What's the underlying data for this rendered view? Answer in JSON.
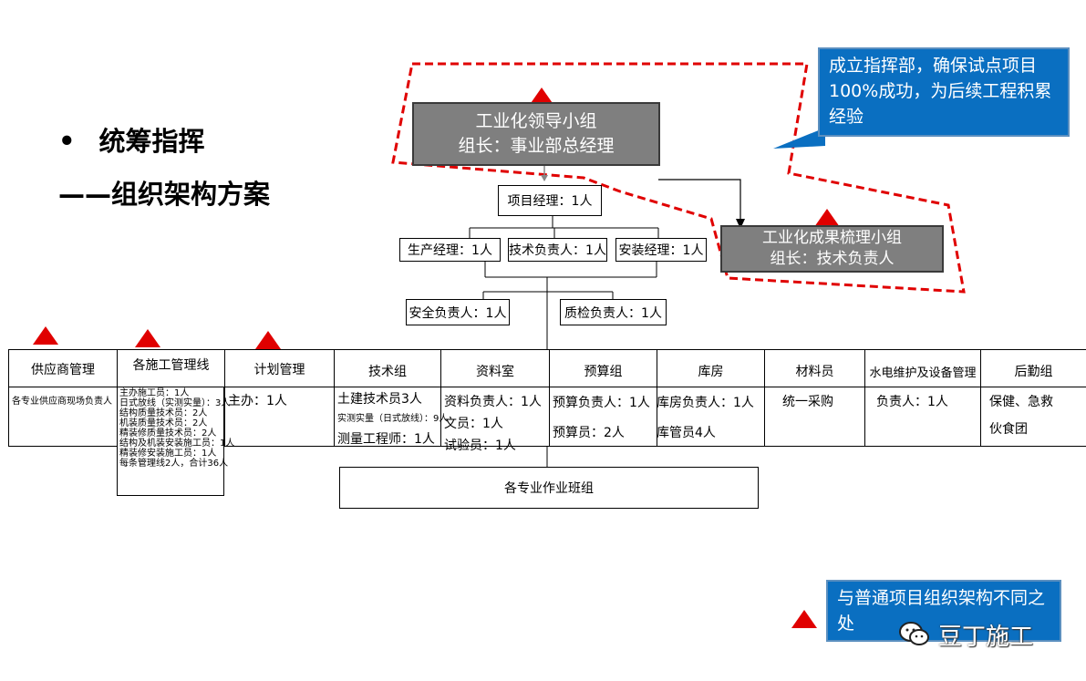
{
  "title": {
    "bullet": "•",
    "line1": "统筹指挥",
    "line2": "——组织架构方案"
  },
  "leadership": {
    "line1": "工业化领导小组",
    "line2": "组长：事业部总经理"
  },
  "results_group": {
    "line1": "工业化成果梳理小组",
    "line2": "组长：技术负责人"
  },
  "callout": {
    "text": "成立指挥部，确保试点项目100%成功，为后续工程积累经验"
  },
  "roles": {
    "pm": "项目经理：1人",
    "production": "生产经理：1人",
    "tech_lead": "技术负责人：1人",
    "install": "安装经理：1人",
    "safety": "安全负责人：1人",
    "quality": "质检负责人：1人"
  },
  "columns": [
    {
      "head": "供应商管理",
      "lines": [
        "各专业供应商现场负责人"
      ]
    },
    {
      "head": "各施工管理线",
      "lines": [
        "主办施工员：1人",
        "日式放线（实测实量）：3人",
        "结构质量技术员：2人",
        "机装质量技术员：2人",
        "精装修质量技术员：2人",
        "结构及机装安装施工员：1人",
        "精装修安装施工员：1人",
        "每条管理线2人，合计36人"
      ]
    },
    {
      "head": "计划管理",
      "lines": [
        "主办：1人"
      ]
    },
    {
      "head": "技术组",
      "lines": [
        "土建技术员3人",
        "实测实量（日式放线）：9人",
        "测量工程师：1人"
      ]
    },
    {
      "head": "资料室",
      "lines": [
        "资料负责人：1人",
        "文员：1人",
        "试验员：1人"
      ]
    },
    {
      "head": "预算组",
      "lines": [
        "预算负责人：1人",
        "预算员：2人"
      ]
    },
    {
      "head": "库房",
      "lines": [
        "库房负责人：1人",
        "库管员4人"
      ]
    },
    {
      "head": "材料员",
      "lines": [
        "统一采购"
      ]
    },
    {
      "head": "水电维护及设备管理",
      "lines": [
        "负责人：1人"
      ]
    },
    {
      "head": "后勤组",
      "lines": [
        "保健、急救",
        "伙食团"
      ]
    }
  ],
  "crew": "各专业作业班组",
  "legend": {
    "text": "与普通项目组织架构不同之处"
  },
  "watermark": {
    "text": "豆丁施工"
  },
  "colors": {
    "red_marker": "#e00000",
    "gray_box": "#7f7f7f",
    "blue_callout": "#0a6fc1"
  }
}
